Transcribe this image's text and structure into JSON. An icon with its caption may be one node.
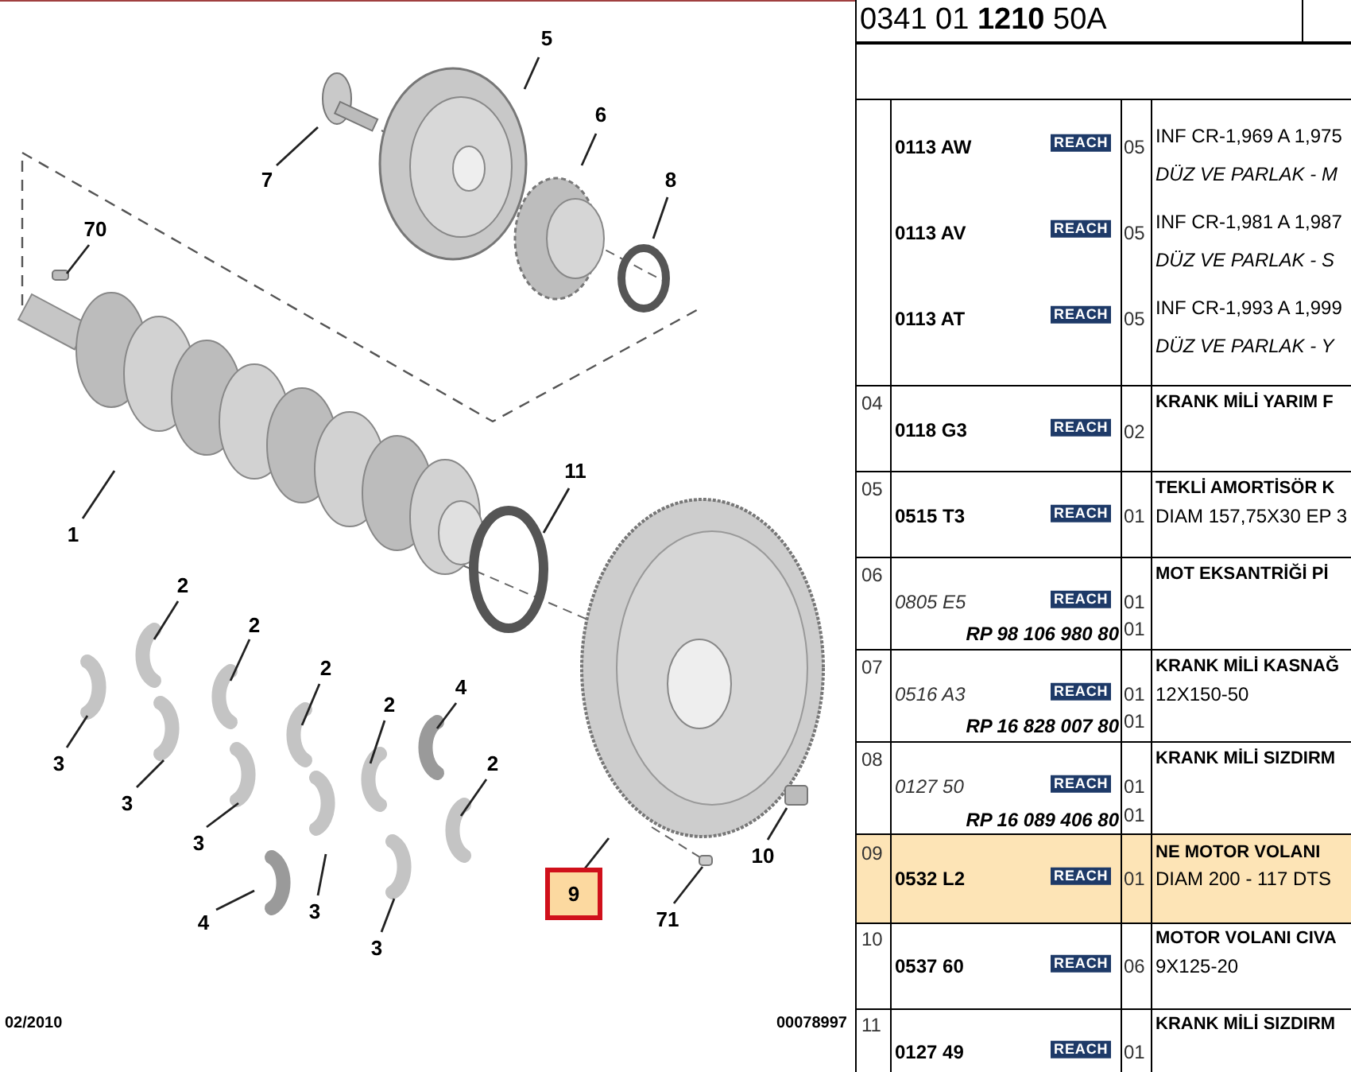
{
  "diagram": {
    "nodes": [
      {
        "text": [
          "5"
        ]
      },
      {
        "text": [
          "6"
        ]
      },
      {
        "text": [
          "7"
        ]
      },
      {
        "text": [
          "8"
        ]
      },
      {
        "text": [
          "70"
        ]
      },
      {
        "text": [
          "1"
        ]
      },
      {
        "text": [
          "11"
        ]
      },
      {
        "text": [
          "2"
        ]
      },
      {
        "text": [
          "2"
        ]
      },
      {
        "text": [
          "2"
        ]
      },
      {
        "text": [
          "4"
        ]
      },
      {
        "text": [
          "2"
        ]
      },
      {
        "text": [
          "3"
        ]
      },
      {
        "text": [
          "2"
        ]
      },
      {
        "text": [
          "3"
        ]
      },
      {
        "text": [
          "3"
        ]
      },
      {
        "text": [
          "10"
        ]
      },
      {
        "text": [
          "9"
        ]
      },
      {
        "text": [
          "3"
        ]
      },
      {
        "text": [
          "4"
        ]
      },
      {
        "text": [
          "71"
        ]
      },
      {
        "text": [
          "3"
        ]
      }
    ],
    "edges": [
      {
        "from": 0,
        "to": null,
        "arrow": "none"
      },
      {
        "from": 1,
        "to": null,
        "arrow": "none"
      },
      {
        "from": 2,
        "to": null,
        "arrow": "none"
      },
      {
        "from": 3,
        "to": null,
        "arrow": "none"
      },
      {
        "from": 4,
        "to": null,
        "arrow": "none"
      },
      {
        "from": 5,
        "to": null,
        "arrow": "none"
      },
      {
        "from": 6,
        "to": null,
        "arrow": "none"
      },
      {
        "from": 7,
        "to": null,
        "arrow": "none"
      },
      {
        "from": 8,
        "to": null,
        "arrow": "none"
      },
      {
        "from": 9,
        "to": null,
        "arrow": "none"
      },
      {
        "from": 10,
        "to": null,
        "arrow": "none"
      },
      {
        "from": 11,
        "to": null,
        "arrow": "none"
      },
      {
        "from": 12,
        "to": null,
        "arrow": "none"
      },
      {
        "from": 13,
        "to": null,
        "arrow": "none"
      },
      {
        "from": 14,
        "to": null,
        "arrow": "none"
      },
      {
        "from": 15,
        "to": null,
        "arrow": "none"
      },
      {
        "from": 16,
        "to": null,
        "arrow": "none"
      },
      {
        "from": 17,
        "to": null,
        "arrow": "none"
      },
      {
        "from": 18,
        "to": null,
        "arrow": "none"
      },
      {
        "from": 19,
        "to": null,
        "arrow": "none"
      },
      {
        "from": 20,
        "to": null,
        "arrow": "none"
      },
      {
        "from": 21,
        "to": null,
        "arrow": "none"
      }
    ],
    "labels": [
      "0341 01 **1210** 50A",
      "0113 AW",
      "REACH",
      "05",
      "INF CR-1,969 A 1,975",
      "DÜZ VE PARLAK - M",
      "0113 AV",
      "REACH",
      "05",
      "INF CR-1,981 A 1,987",
      "DÜZ VE PARLAK - S",
      "0113 AT",
      "REACH",
      "05",
      "INF CR-1,993 A 1,999",
      "DÜZ VE PARLAK - Y",
      "04",
      "0118 G3",
      "REACH",
      "02",
      "KRANK MİLİ YARIM F",
      "05",
      "0515 T3",
      "REACH",
      "01",
      "TEKLİ AMORTİSÖR K",
      "DIAM 157,75X30 EP 3",
      "06",
      "0805 E5",
      "REACH",
      "01",
      "RP 98 106 980 80",
      "01",
      "MOT EKSANTRİĞİ Pİ",
      "07",
      "0516 A3",
      "REACH",
      "01",
      "RP 16 828 007 80",
      "01",
      "KRANK MİLİ KASNAĞ",
      "12X150-50",
      "08",
      "0127 50",
      "REACH",
      "01",
      "RP 16 089 406 80",
      "01",
      "KRANK MİLİ SIZDIRM",
      "09",
      "0532 L2",
      "REACH",
      "01",
      "NE MOTOR VOLANI",
      "DIAM 200 - 117 DTS",
      "10",
      "0537 60",
      "REACH",
      "06",
      "MOTOR VOLANI CIVA",
      "9X125-20",
      "02/2010",
      "00078997",
      "11",
      "0127 49",
      "REACH",
      "01",
      "KRANK MİLİ SIZDIRM"
    ]
  }
}
